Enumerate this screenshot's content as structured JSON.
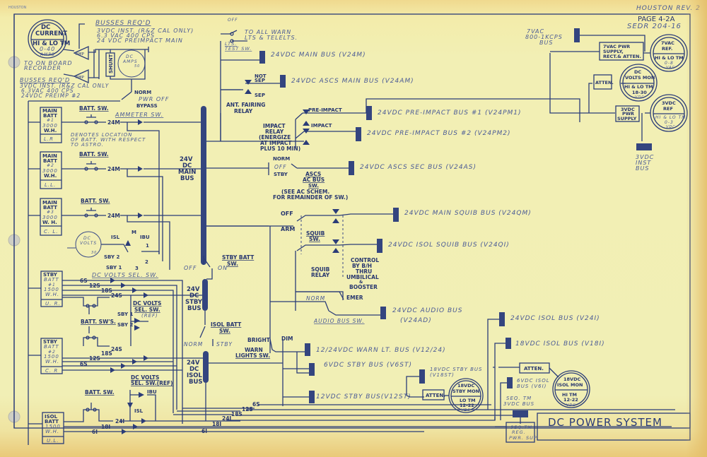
{
  "header": {
    "stamp": "HOUSTON REV. 2",
    "page": "PAGE 4-2A",
    "doc": "SEDR 204-16",
    "corner_mark": "HOUSTON"
  },
  "title_block": {
    "title": "DC POWER  SYSTEM"
  },
  "meters": {
    "dc_current": {
      "line1": "DC",
      "line2": "CURRENT",
      "line3": "HI & LO TM",
      "line4": "0-40",
      "line5": "AMPS"
    },
    "dc_amps": {
      "line1": "DC",
      "line2": "AMPS",
      "scale": "50"
    },
    "dc_volts": {
      "line1": "DC",
      "line2": "VOLTS",
      "scale": "30"
    },
    "vac7_ref": {
      "line1": "7VAC",
      "line2": "REF.",
      "line3": "HI & LO TM",
      "line4": "0-8",
      "line5": "VAC"
    },
    "dc_volts_mon": {
      "line1": "DC",
      "line2": "VOLTS MON",
      "line3": "HI & LO TM",
      "line4": "18-30",
      "line5": "VDC"
    },
    "vdc3_ref": {
      "line1": "3VDC",
      "line2": "REF",
      "line3": "HI & LO TM",
      "line4": "0-3",
      "line5": "VDC"
    },
    "stby_mon": {
      "line1": "18VDC",
      "line2": "STBY MON",
      "line3": "LO TM",
      "line4": "12-22",
      "line5": "VDC"
    },
    "isol_mon": {
      "line1": "18VDC",
      "line2": "ISOL MON",
      "line3": "HI TM",
      "line4": "12-22",
      "line5": "VDC"
    }
  },
  "notes": {
    "busses_reqd_1_title": "BUSSES REQ'D",
    "busses_reqd_1": [
      "3VDC INST. (R&Z CAL ONLY)",
      "6.3 VAC 400 CPS",
      "24 VDC PREIMPACT MAIN"
    ],
    "to_recorder": [
      "TO ON BOARD",
      "RECORDER"
    ],
    "busses_reqd_2_title": "BUSSES REQ'D",
    "busses_reqd_2": [
      "3VDC INST. (R&Z CAL ONLY",
      "6.3VAC 400 CPS",
      "24VDC PREIMP #2"
    ],
    "amp": "AMP",
    "shunt": "SHUNT",
    "norm": "NORM",
    "pwr_off": "PWR OFF",
    "bypass": "BYPASS",
    "denotes": [
      "DENOTES LOCATION",
      "OF BATT. WITH RESPECT",
      "TO ASTRO."
    ],
    "to_all_warn": [
      "TO ALL WARN",
      "LTS & TELELTS."
    ],
    "lts_test_sw": [
      "LTS.",
      "TEST SW."
    ],
    "off": "OFF",
    "on": "ON",
    "see_ac": [
      "(SEE AC SCHEM.",
      "FOR REMAINDER OF SW.)"
    ],
    "control_bh": [
      "CONTROL",
      "BY B/H",
      "THRU",
      "UMBILICAL",
      "&",
      "BOOSTER"
    ],
    "squib_relay": [
      "SQUIB",
      "RELAY"
    ]
  },
  "batteries": [
    {
      "name": [
        "MAIN",
        "BATT",
        "#1",
        "3000",
        "W.H."
      ],
      "loc": "L.R",
      "switch": "BATT. SW.",
      "out": "24M"
    },
    {
      "name": [
        "MAIN",
        "BATT",
        "#2",
        "3000",
        "W.H."
      ],
      "loc": "L.L.",
      "switch": "BATT. SW.",
      "out": "24M"
    },
    {
      "name": [
        "MAIN",
        "BATT",
        "#3",
        "3000",
        "W. H."
      ],
      "loc": "C. L.",
      "switch": "BATT. SW.",
      "out": "24M"
    },
    {
      "name": [
        "STBY",
        "BATT",
        "#1",
        "1500",
        "W.H."
      ],
      "loc": "U. R.",
      "outs": [
        "6S",
        "12S",
        "18S",
        "24S"
      ]
    },
    {
      "name": [
        "STBY",
        "BATT",
        "#2",
        "1500",
        "W.H."
      ],
      "loc": "C. R",
      "outs": [
        "24S",
        "18S",
        "12S",
        "6S"
      ]
    },
    {
      "name": [
        "ISOL",
        "BATT",
        "1500",
        "W.H."
      ],
      "loc": "U.L.",
      "switch": "BATT. SW.",
      "outs": [
        "24I",
        "18I",
        "6I"
      ]
    }
  ],
  "switches": {
    "ammeter_sw": "AMMETER SW.",
    "dc_volts_sel_sw": "DC VOLTS SEL. SW.",
    "dc_volts_sel_sw_ref": [
      "DC VOLTS",
      "SEL. SW.",
      "(REF)"
    ],
    "dc_volts_sel_sw_ref2": [
      "DC VOLTS",
      "SEL. SW.(REF)"
    ],
    "batt_sws": "BATT. SW'S.",
    "stby_batt_sw": [
      "STBY BATT",
      "SW."
    ],
    "isol_batt_sw": [
      "ISOL BATT",
      "SW."
    ],
    "selector_positions": [
      "ISL",
      "M",
      "IBU",
      "1",
      "SBY 2",
      "2",
      "SBY 1",
      "3"
    ],
    "sby1": "SBY 1",
    "sby2": "SBY 2",
    "ibu": "IBU",
    "isl": "ISL",
    "norm": "NORM",
    "stby": "STBY",
    "ant_fairing_relay": [
      "ANT. FAIRING",
      "RELAY"
    ],
    "not_sep": [
      "NOT",
      "SEP"
    ],
    "sep": "SEP",
    "impact_relay": [
      "IMPACT",
      "RELAY",
      "(ENERGIZE",
      "AT IMPACT",
      "PLUS 10 MIN)"
    ],
    "pre_impact": "PRE-IMPACT",
    "impact": "IMPACT",
    "ascs_ac_bus_sw": [
      "ASCS",
      "AC BUS",
      "SW."
    ],
    "asc_positions": [
      "NORM",
      "OFF",
      "STBY"
    ],
    "squib_sw": [
      "SQUIB",
      "SW."
    ],
    "arm": "ARM",
    "audio_bus_sw": "AUDIO BUS SW.",
    "emer": "EMER",
    "bright": "BRIGHT",
    "dim": "DIM",
    "warn_lights_sw": [
      "WARN",
      "LIGHTS SW."
    ]
  },
  "main_busses": {
    "main": [
      "24V",
      "DC",
      "MAIN",
      "BUS"
    ],
    "stby": [
      "24V",
      "DC",
      "STBY",
      "BUS"
    ],
    "isol": [
      "24V",
      "DC",
      "ISOL",
      "BUS"
    ]
  },
  "output_busses": [
    "24VDC  MAIN  BUS  (V24M)",
    "24VDC   ASCS  MAIN BUS  (V24AM)",
    "24VDC  PRE-IMPACT  BUS #1 (V24PM1)",
    "24VDC  PRE-IMPACT  BUS  #2 (V24PM2)",
    "24VDC  ASCS  SEC BUS  (V24AS)",
    "24VDC MAIN  SQUIB  BUS  (V24QM)",
    "24VDC  ISOL  SQUIB  BUS (V24QI)",
    "24VDC  AUDIO  BUS",
    "(V24AD)",
    "12/24VDC WARN  LT. BUS  (V12/24)",
    "6VDC  STBY  BUS  (V6ST)",
    "12VDC  STBY BUS(V12ST)",
    "18VDC  STBY BUS",
    "(V18ST)",
    "24VDC  ISOL  BUS  (V24I)",
    "18VDC  ISOL  BUS  (V18I)",
    "6VDC  ISOL",
    "BUS (V6I)"
  ],
  "right_section": {
    "vac7_bus": [
      "7VAC",
      "800-1KCPS",
      "BUS"
    ],
    "vac7_supply": [
      "7VAC PWR",
      "SUPPLY,",
      "RECT.& ATTEN."
    ],
    "atten": "ATTEN.",
    "vdc3_supply": [
      "3VDC",
      "PWR",
      "SUPPLY"
    ],
    "vdc3_inst_bus": [
      "3VDC",
      "INST",
      "BUS"
    ],
    "seq_tm_bus": [
      "SEQ. TM",
      "3VDC BUS"
    ],
    "seq_tm_reg": [
      "SEQ.TM",
      "REG.",
      "PWR. SUP."
    ]
  },
  "wire_labels": {
    "stby_bottom": [
      "6S",
      "12S",
      "18S",
      "24I",
      "18I",
      "6I"
    ]
  }
}
